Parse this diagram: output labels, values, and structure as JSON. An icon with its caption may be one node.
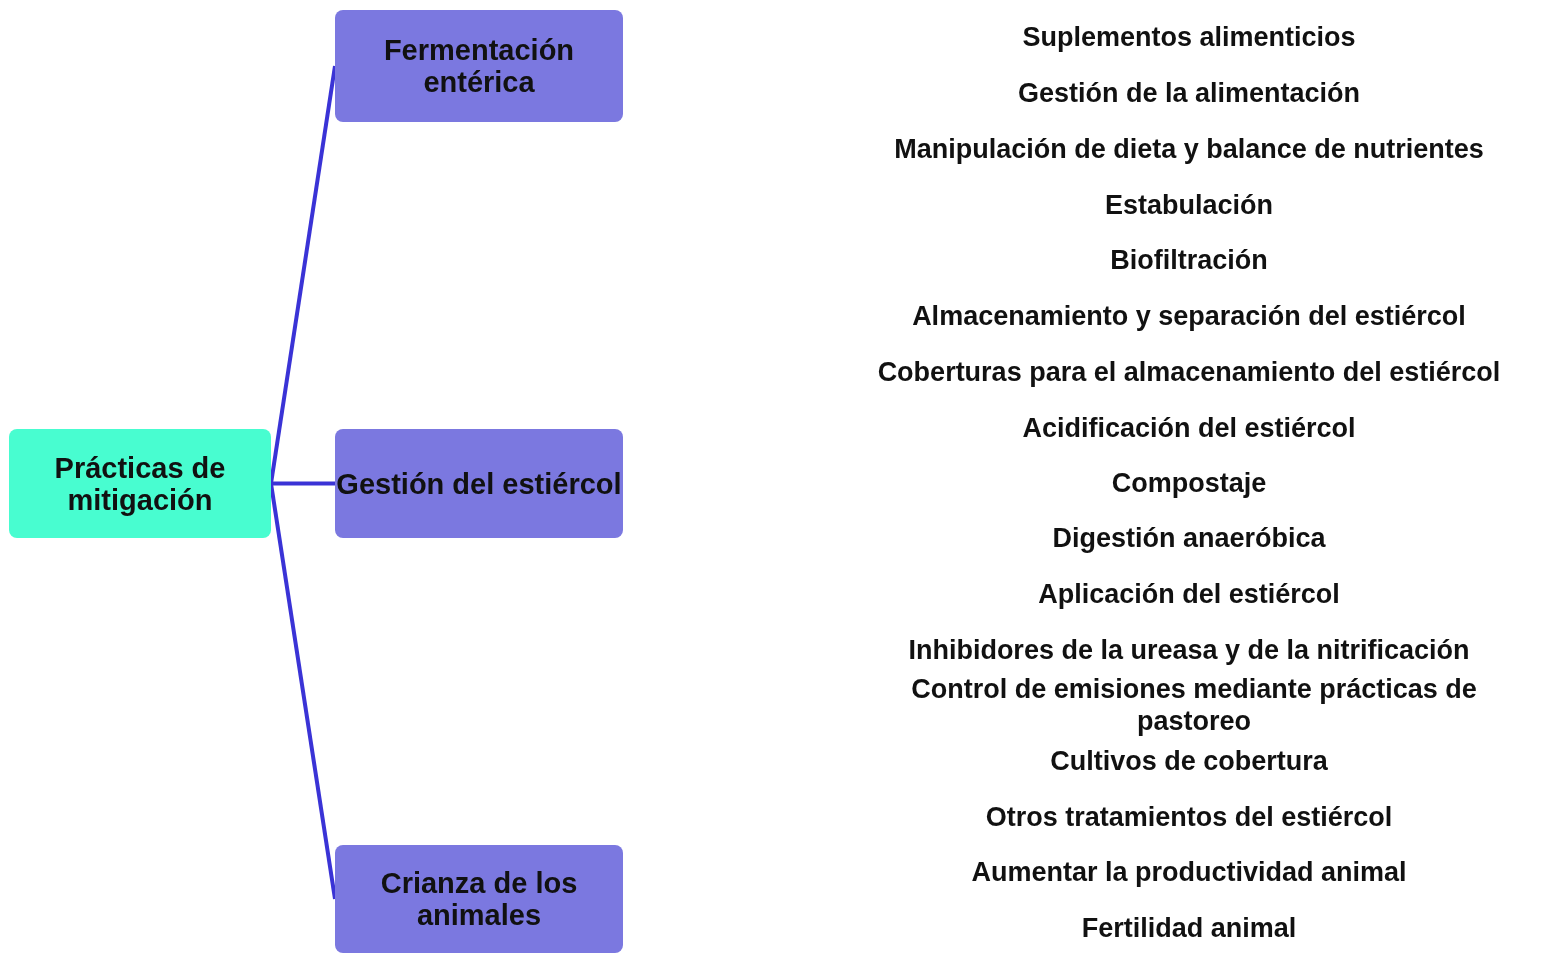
{
  "diagram": {
    "nodes": [
      {
        "text": [
          "Prácticas de mitigación"
        ]
      },
      {
        "text": [
          "Fermentación entérica"
        ]
      },
      {
        "text": [
          "Gestión del estiércol"
        ]
      },
      {
        "text": [
          "Crianza de los animales"
        ]
      }
    ],
    "edges": [
      {
        "from": 0,
        "to": 1,
        "arrow": "none"
      },
      {
        "from": 0,
        "to": 2,
        "arrow": "none"
      },
      {
        "from": 0,
        "to": 3,
        "arrow": "none"
      }
    ],
    "labels": [
      "Suplementos alimenticios",
      "Gestión de la alimentación",
      "Manipulación de dieta y balance de nutrientes",
      "Estabulación",
      "Biofiltración",
      "Almacenamiento y separación del estiércol",
      "Coberturas para el almacenamiento del estiércol",
      "Acidificación del estiércol",
      "Compostaje",
      "Digestión anaeróbica",
      "Aplicación del estiércol",
      "Inhibidores de la ureasa y de la nitrificación",
      "Control de emisiones mediante prácticas de pastoreo",
      "Cultivos de cobertura",
      "Otros tratamientos del estiércol",
      "Aumentar la productividad animal",
      "Fertilidad animal"
    ]
  }
}
